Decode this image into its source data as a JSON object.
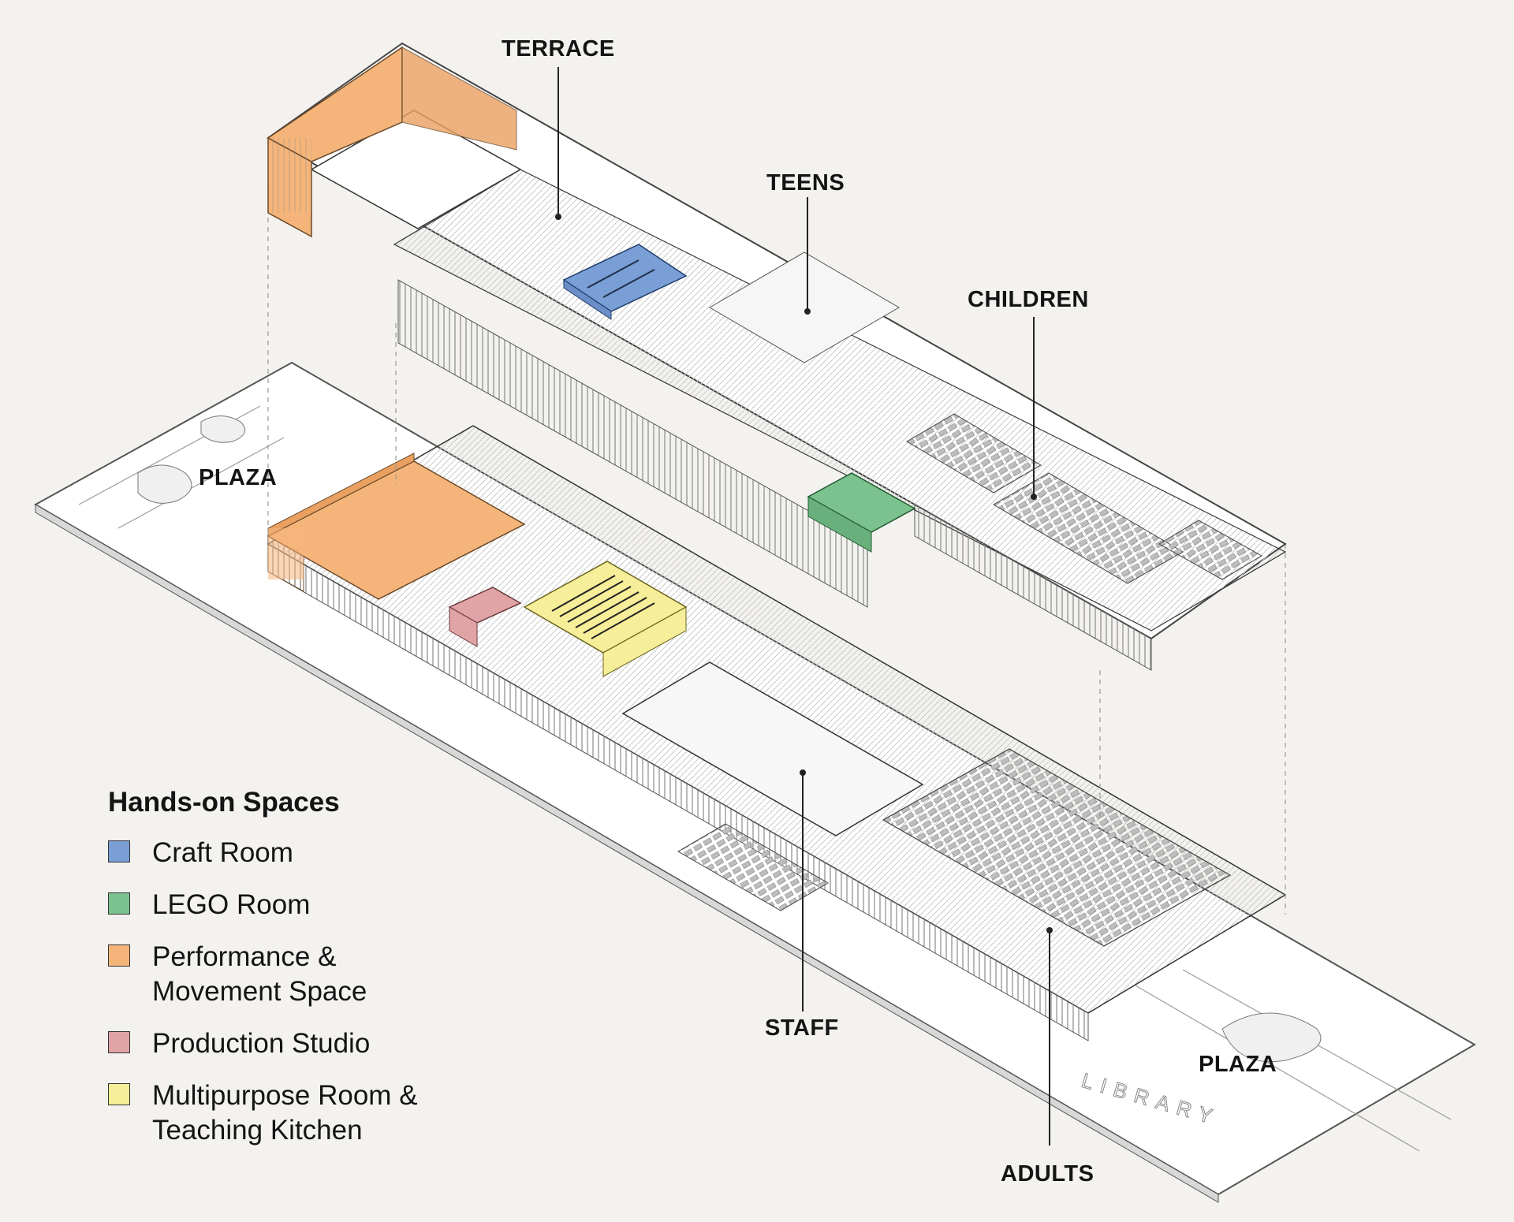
{
  "colors": {
    "background": "#f4f2ef",
    "craft": "#7a9fd6",
    "lego": "#7cc28e",
    "performance": "#f5b57a",
    "production": "#e0a3a6",
    "multipurpose": "#f6ee98"
  },
  "callouts": {
    "terrace": "TERRACE",
    "teens": "TEENS",
    "children": "CHILDREN",
    "plaza_left": "PLAZA",
    "plaza_right": "PLAZA",
    "staff": "STAFF",
    "adults": "ADULTS"
  },
  "signage": {
    "library_letters": "LIBRARY"
  },
  "legend": {
    "title": "Hands-on Spaces",
    "items": [
      {
        "label": "Craft Room",
        "color": "#7a9fd6"
      },
      {
        "label": "LEGO Room",
        "color": "#7cc28e"
      },
      {
        "label": "Performance &\nMovement Space",
        "color": "#f5b57a"
      },
      {
        "label": "Production Studio",
        "color": "#e0a3a6"
      },
      {
        "label": "Multipurpose Room &\nTeaching Kitchen",
        "color": "#f6ee98"
      }
    ]
  }
}
